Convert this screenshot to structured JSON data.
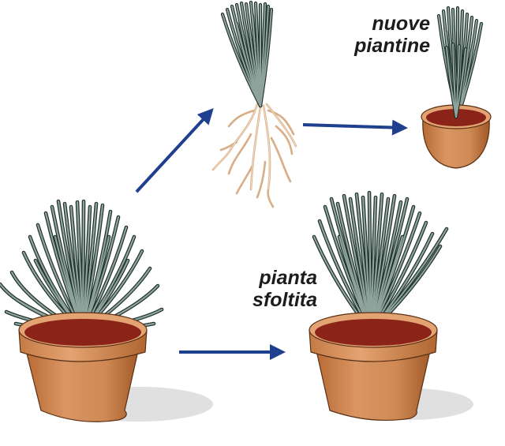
{
  "labels": {
    "new_plants_line1": "nuove",
    "new_plants_line2": "piantine",
    "thinned_plant_line1": "pianta",
    "thinned_plant_line2": "sfoltita"
  },
  "colors": {
    "arrow": "#1f3f8f",
    "leaf": "#7f958e",
    "leaf_stroke": "#20302c",
    "pot": "#cf8a55",
    "pot_dark": "#a8612e",
    "soil": "#8a2418",
    "roots": "#e9c6a4",
    "shadow": "#dedede"
  }
}
